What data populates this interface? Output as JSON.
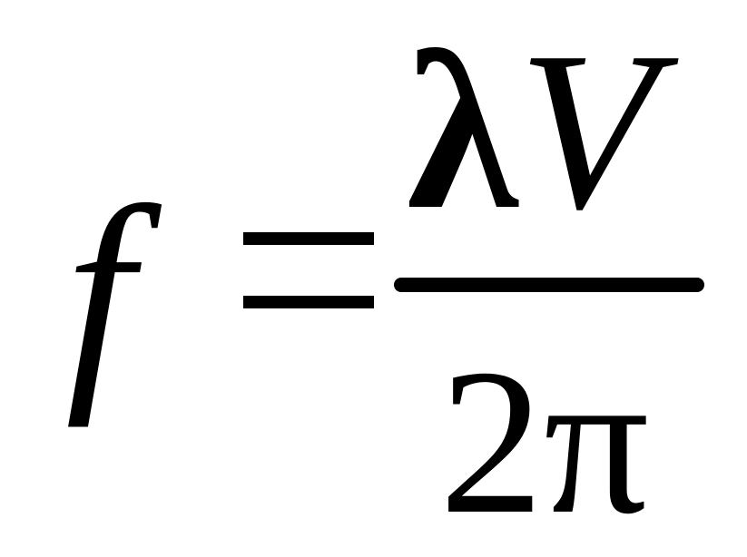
{
  "equation": {
    "lhs": "f",
    "equals": "=",
    "numerator_lambda": "λ",
    "numerator_v": "V",
    "denominator": "2π"
  }
}
